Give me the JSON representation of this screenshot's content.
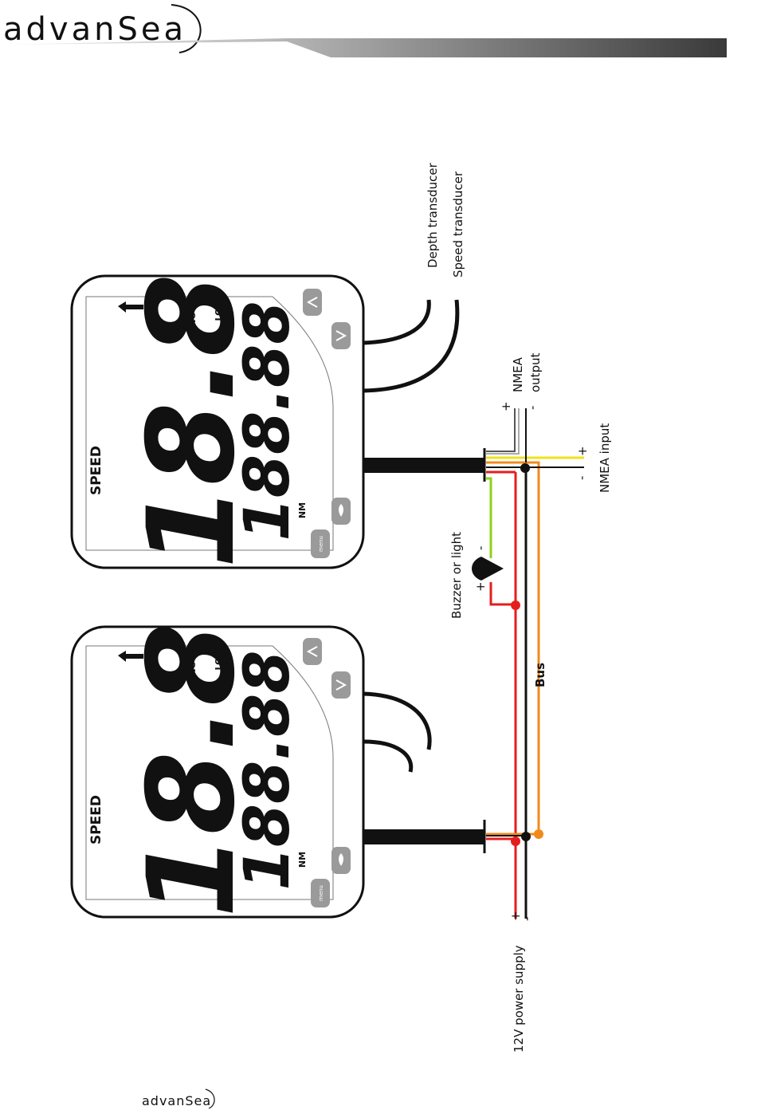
{
  "header": {
    "brand": "advanSea",
    "footer_brand": "advanSea"
  },
  "display_top": {
    "mode_label": "SPEED",
    "units_label": "KNOTS",
    "log_label": "LOG",
    "distance_unit": "NM",
    "main_value": "18.8",
    "log_value": "188.88",
    "menu_label": "menu"
  },
  "display_bottom": {
    "mode_label": "SPEED",
    "units_label": "KNOTS",
    "log_label": "LOG",
    "distance_unit": "NM",
    "main_value": "18.8",
    "log_value": "188.88",
    "menu_label": "menu"
  },
  "labels": {
    "depth_transducer": "Depth transducer",
    "speed_transducer": "Speed transducer",
    "nmea_output_1": "NMEA",
    "nmea_output_2": "output",
    "nmea_input": "NMEA input",
    "buzzer": "Buzzer or light",
    "bus": "Bus",
    "power": "12V power supply",
    "plus": "+",
    "minus": "-"
  },
  "colors": {
    "red": "#e41e1e",
    "orange": "#f28a1a",
    "yellow": "#f2e21a",
    "green": "#8ed21a",
    "black": "#111111",
    "button_grey": "#9a9a9a"
  }
}
